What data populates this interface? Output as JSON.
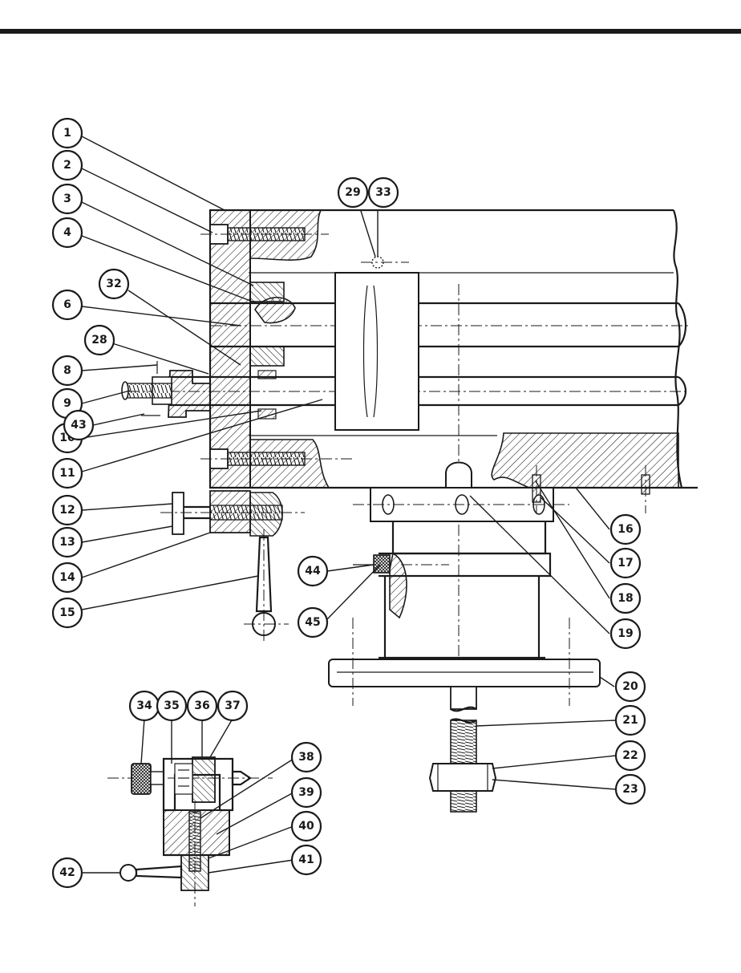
{
  "diagram": {
    "parts": [
      {
        "id": "p1",
        "label": "1"
      },
      {
        "id": "p2",
        "label": "2"
      },
      {
        "id": "p3",
        "label": "3"
      },
      {
        "id": "p4",
        "label": "4"
      },
      {
        "id": "p6",
        "label": "6"
      },
      {
        "id": "p8",
        "label": "8"
      },
      {
        "id": "p9",
        "label": "9"
      },
      {
        "id": "p10",
        "label": "10"
      },
      {
        "id": "p11",
        "label": "11"
      },
      {
        "id": "p12",
        "label": "12"
      },
      {
        "id": "p13",
        "label": "13"
      },
      {
        "id": "p14",
        "label": "14"
      },
      {
        "id": "p15",
        "label": "15"
      },
      {
        "id": "p16",
        "label": "16"
      },
      {
        "id": "p17",
        "label": "17"
      },
      {
        "id": "p18",
        "label": "18"
      },
      {
        "id": "p19",
        "label": "19"
      },
      {
        "id": "p20",
        "label": "20"
      },
      {
        "id": "p21",
        "label": "21"
      },
      {
        "id": "p22",
        "label": "22"
      },
      {
        "id": "p23",
        "label": "23"
      },
      {
        "id": "p28",
        "label": "28"
      },
      {
        "id": "p29",
        "label": "29"
      },
      {
        "id": "p32",
        "label": "32"
      },
      {
        "id": "p33",
        "label": "33"
      },
      {
        "id": "p34",
        "label": "34"
      },
      {
        "id": "p35",
        "label": "35"
      },
      {
        "id": "p36",
        "label": "36"
      },
      {
        "id": "p37",
        "label": "37"
      },
      {
        "id": "p38",
        "label": "38"
      },
      {
        "id": "p39",
        "label": "39"
      },
      {
        "id": "p40",
        "label": "40"
      },
      {
        "id": "p41",
        "label": "41"
      },
      {
        "id": "p42",
        "label": "42"
      },
      {
        "id": "p43",
        "label": "43"
      },
      {
        "id": "p44",
        "label": "44"
      },
      {
        "id": "p45",
        "label": "45"
      }
    ]
  },
  "colors": {
    "ink": "#1a1a1a",
    "paper": "#ffffff"
  }
}
